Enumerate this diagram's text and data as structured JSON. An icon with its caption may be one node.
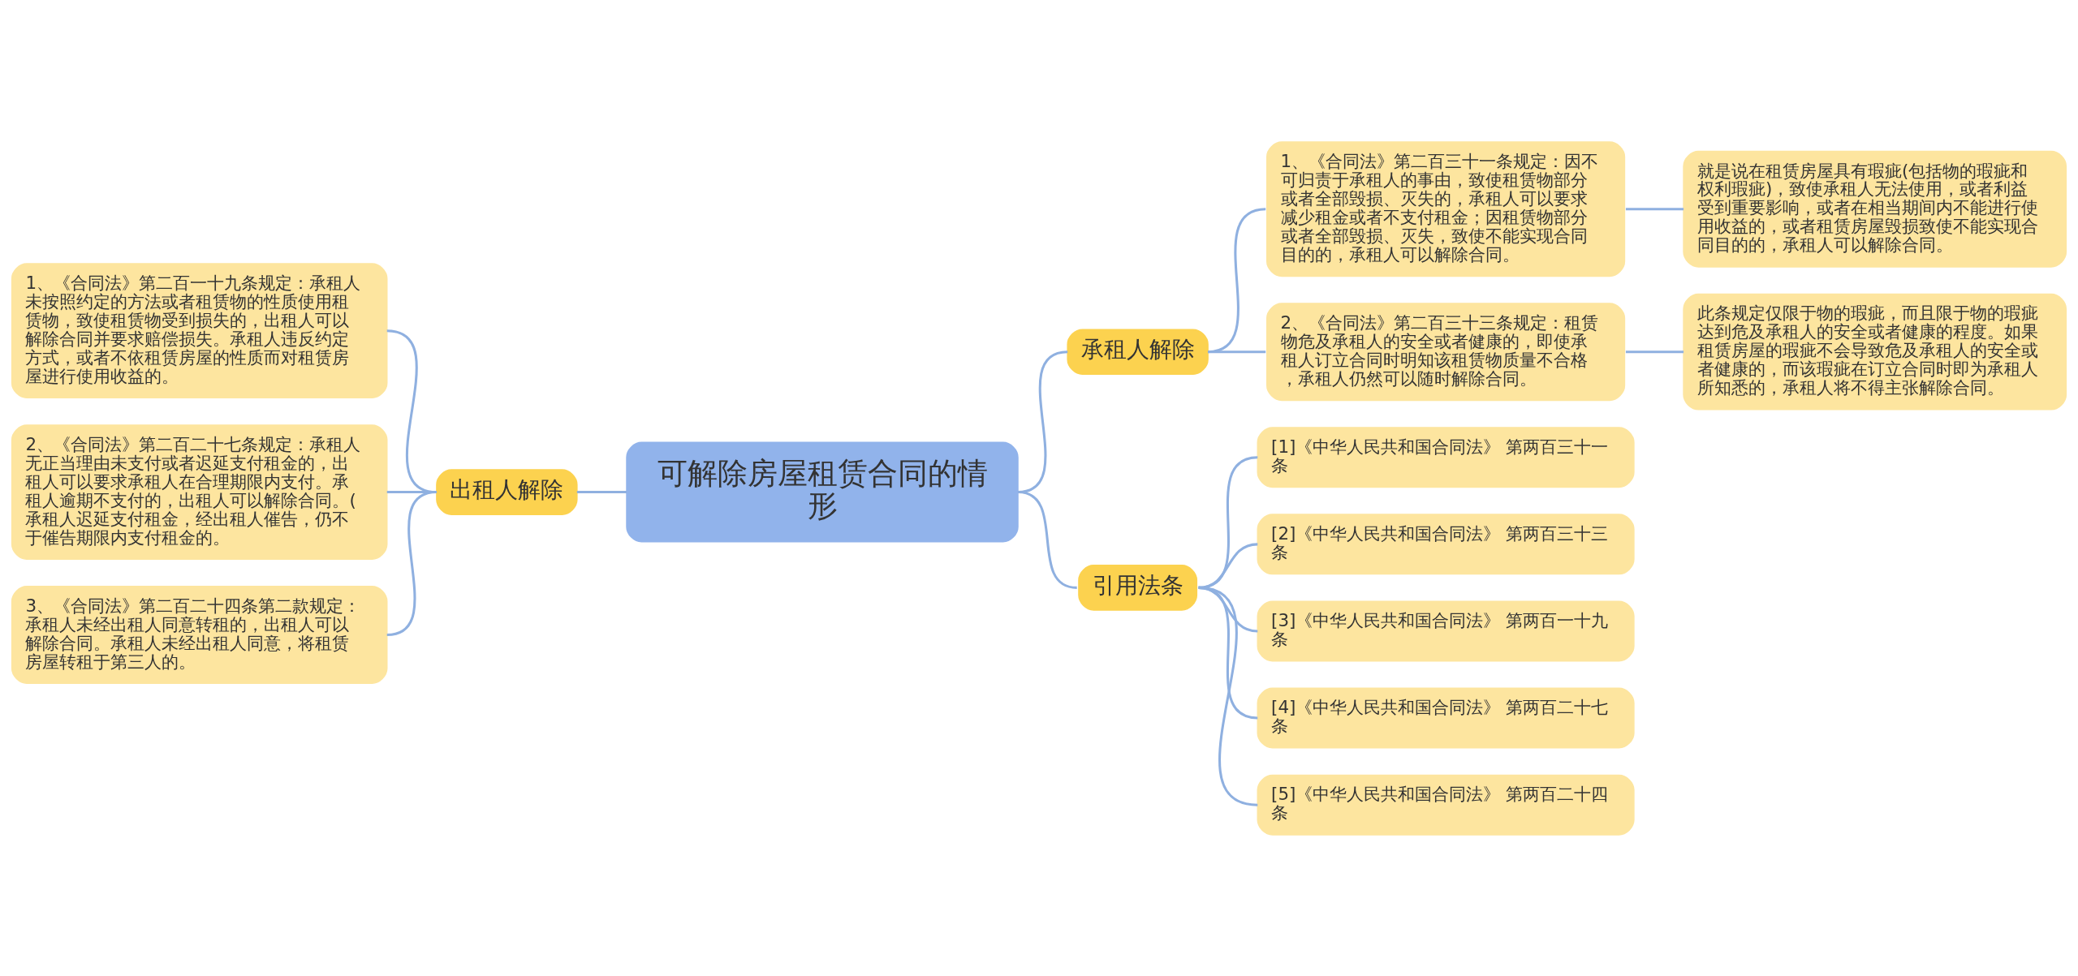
{
  "diagram": {
    "nodes": [
      {
        "text": [
          "可解除房屋租赁合同的情形"
        ]
      },
      {
        "text": [
          "出租人解除"
        ]
      },
      {
        "text": [
          "1、《合同法》第二百一十九条规定：承租人未按照约定的方法或者租赁物的性质使用租赁物，致使租赁物受到损失的，出租人可以解除合同并要求赔偿损失。承租人违反约定方式，或者不依租赁房屋的性质而对租赁房屋进行使用收益的。"
        ]
      },
      {
        "text": [
          "2、《合同法》第二百二十七条规定：承租人无正当理由未支付或者迟延支付租金的，出租人可以要求承租人在合理期限内支付。承租人逾期不支付的，出租人可以解除合同。(承租人迟延支付租金，经出租人催告，仍不于催告期限内支付租金的。"
        ]
      },
      {
        "text": [
          "3、《合同法》第二百二十四条第二款规定：承租人未经出租人同意转租的，出租人可以解除合同。承租人未经出租人同意，将租赁房屋转租于第三人的。"
        ]
      },
      {
        "text": [
          "承租人解除"
        ]
      },
      {
        "text": [
          "1、《合同法》第二百三十一条规定：因不可归责于承租人的事由，致使租赁物部分或者全部毁损、灭失的，承租人可以要求减少租金或者不支付租金；因租赁物部分或者全部毁损、灭失，致使不能实现合同目的的，承租人可以解除合同。"
        ]
      },
      {
        "text": [
          "就是说在租赁房屋具有瑕疵(包括物的瑕疵和权利瑕疵)，致使承租人无法使用，或者利益受到重要影响，或者在相当期间内不能进行使用收益的，或者租赁房屋毁损致使不能实现合同目的的，承租人可以解除合同。"
        ]
      },
      {
        "text": [
          "2、《合同法》第二百三十三条规定：租赁物危及承租人的安全或者健康的，即使承租人订立合同时明知该租赁物质量不合格，承租人仍然可以随时解除合同。"
        ]
      },
      {
        "text": [
          "此条规定仅限于物的瑕疵，而且限于物的瑕疵达到危及承租人的安全或者健康的程度。如果租赁房屋的瑕疵不会导致危及承租人的安全或者健康的，而该瑕疵在订立合同时即为承租人所知悉的，承租人将不得主张解除合同。"
        ]
      },
      {
        "text": [
          "引用法条"
        ]
      },
      {
        "text": [
          "[1]《中华人民共和国合同法》 第两百三十一条"
        ]
      },
      {
        "text": [
          "[2]《中华人民共和国合同法》 第两百三十三条"
        ]
      },
      {
        "text": [
          "[3]《中华人民共和国合同法》 第两百一十九条"
        ]
      },
      {
        "text": [
          "[4]《中华人民共和国合同法》 第两百二十七条"
        ]
      },
      {
        "text": [
          "[5]《中华人民共和国合同法》 第两百二十四条"
        ]
      }
    ],
    "edges": [
      {
        "from": 0,
        "to": 1,
        "arrow": "none"
      },
      {
        "from": 1,
        "to": 2,
        "arrow": "none"
      },
      {
        "from": 1,
        "to": 3,
        "arrow": "none"
      },
      {
        "from": 1,
        "to": 4,
        "arrow": "none"
      },
      {
        "from": 0,
        "to": 5,
        "arrow": "none"
      },
      {
        "from": 5,
        "to": 6,
        "arrow": "none"
      },
      {
        "from": 6,
        "to": 7,
        "arrow": "none"
      },
      {
        "from": 5,
        "to": 8,
        "arrow": "none"
      },
      {
        "from": 8,
        "to": 9,
        "arrow": "none"
      },
      {
        "from": 0,
        "to": 10,
        "arrow": "none"
      },
      {
        "from": 10,
        "to": 11,
        "arrow": "none"
      },
      {
        "from": 10,
        "to": 12,
        "arrow": "none"
      },
      {
        "from": 10,
        "to": 13,
        "arrow": "none"
      },
      {
        "from": 10,
        "to": 14,
        "arrow": "none"
      },
      {
        "from": 10,
        "to": 15,
        "arrow": "none"
      }
    ]
  }
}
